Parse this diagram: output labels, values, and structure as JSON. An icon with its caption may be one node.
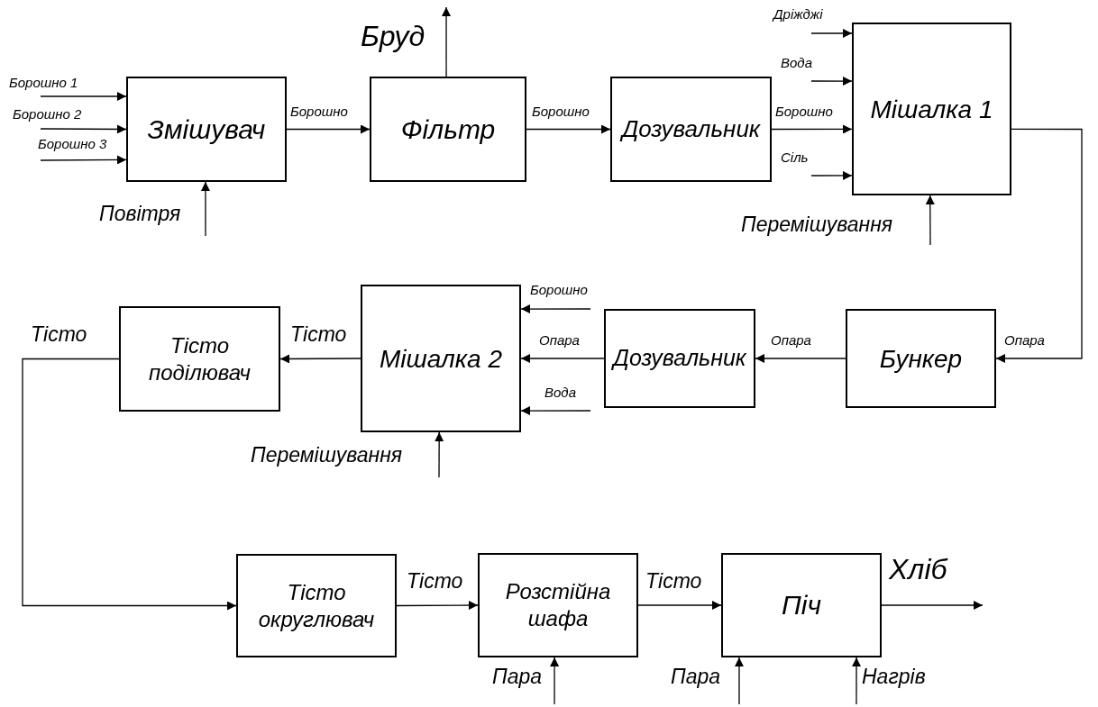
{
  "diagram": {
    "nodes": [
      {
        "text": [
          "Змішувач"
        ]
      },
      {
        "text": [
          "Фільтр"
        ]
      },
      {
        "text": [
          "Дозувальник"
        ]
      },
      {
        "text": [
          "Мішалка 1"
        ]
      },
      {
        "text": [
          "Бункер"
        ]
      },
      {
        "text": [
          "Дозувальник"
        ]
      },
      {
        "text": [
          "Мішалка 2"
        ]
      },
      {
        "text": [
          "Тісто поділювач"
        ]
      },
      {
        "text": [
          "Тісто округлювач"
        ]
      },
      {
        "text": [
          "Розстійна шафа"
        ]
      },
      {
        "text": [
          "Піч"
        ]
      }
    ],
    "edges": [
      {
        "from": null,
        "to": 0,
        "arrow": "to",
        "label": "Борошно 1"
      },
      {
        "from": null,
        "to": 0,
        "arrow": "to",
        "label": "Борошно 2"
      },
      {
        "from": null,
        "to": 0,
        "arrow": "to",
        "label": "Борошно 3"
      },
      {
        "from": null,
        "to": 0,
        "arrow": "to",
        "label": "Повітря"
      },
      {
        "from": 0,
        "to": 1,
        "arrow": "to",
        "label": "Борошно"
      },
      {
        "from": 1,
        "to": null,
        "arrow": "to",
        "label": "Бруд"
      },
      {
        "from": 1,
        "to": 2,
        "arrow": "to",
        "label": "Борошно"
      },
      {
        "from": 2,
        "to": 3,
        "arrow": "to",
        "label": "Борошно"
      },
      {
        "from": null,
        "to": 3,
        "arrow": "to",
        "label": "Дріжджі"
      },
      {
        "from": null,
        "to": 3,
        "arrow": "to",
        "label": "Вода"
      },
      {
        "from": null,
        "to": 3,
        "arrow": "to",
        "label": "Сіль"
      },
      {
        "from": null,
        "to": 3,
        "arrow": "to",
        "label": "Перемішування"
      },
      {
        "from": 3,
        "to": 4,
        "arrow": "to",
        "label": "Опара"
      },
      {
        "from": 4,
        "to": 5,
        "arrow": "to",
        "label": "Опара"
      },
      {
        "from": 5,
        "to": 6,
        "arrow": "to",
        "label": "Опара"
      },
      {
        "from": null,
        "to": 6,
        "arrow": "to",
        "label": "Борошно"
      },
      {
        "from": null,
        "to": 6,
        "arrow": "to",
        "label": "Вода"
      },
      {
        "from": null,
        "to": 6,
        "arrow": "to",
        "label": "Перемішування"
      },
      {
        "from": 6,
        "to": 7,
        "arrow": "to",
        "label": "Тісто"
      },
      {
        "from": 7,
        "to": 8,
        "arrow": "to",
        "label": "Тісто"
      },
      {
        "from": 8,
        "to": 9,
        "arrow": "to",
        "label": "Тісто"
      },
      {
        "from": null,
        "to": 9,
        "arrow": "to",
        "label": "Пара"
      },
      {
        "from": 9,
        "to": 10,
        "arrow": "to",
        "label": "Тісто"
      },
      {
        "from": null,
        "to": 10,
        "arrow": "to",
        "label": "Пара"
      },
      {
        "from": null,
        "to": 10,
        "arrow": "to",
        "label": "Нагрів"
      },
      {
        "from": 10,
        "to": null,
        "arrow": "to",
        "label": "Хліб"
      }
    ]
  }
}
